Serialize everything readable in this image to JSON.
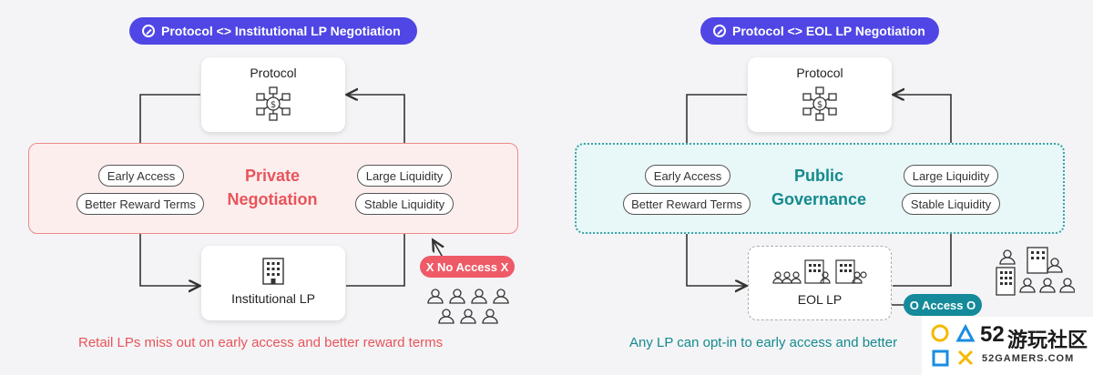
{
  "left": {
    "title": "Protocol <> Institutional LP Negotiation",
    "top_node": "Protocol",
    "bottom_node": "Institutional LP",
    "band_title_line1": "Private",
    "band_title_line2": "Negotiation",
    "left_tags": [
      "Early Access",
      "Better Reward Terms"
    ],
    "right_tags": [
      "Large Liquidity",
      "Stable Liquidity"
    ],
    "access_badge": "X No Access X",
    "caption": "Retail LPs miss out on early access and better reward terms"
  },
  "right": {
    "title": "Protocol <> EOL LP Negotiation",
    "top_node": "Protocol",
    "bottom_node": "EOL LP",
    "band_title_line1": "Public",
    "band_title_line2": "Governance",
    "left_tags": [
      "Early Access",
      "Better Reward Terms"
    ],
    "right_tags": [
      "Large Liquidity",
      "Stable Liquidity"
    ],
    "access_badge": "O Access O",
    "caption": "Any LP can opt-in to early access and better"
  },
  "watermark": {
    "number": "52",
    "chinese": "游玩社区",
    "domain": "52GAMERS.COM"
  },
  "colors": {
    "title_pill": "#4f46e5",
    "private_accent": "#e8545a",
    "public_accent": "#148a8e",
    "no_access_badge": "#ee5a66",
    "access_badge": "#148a9a"
  }
}
